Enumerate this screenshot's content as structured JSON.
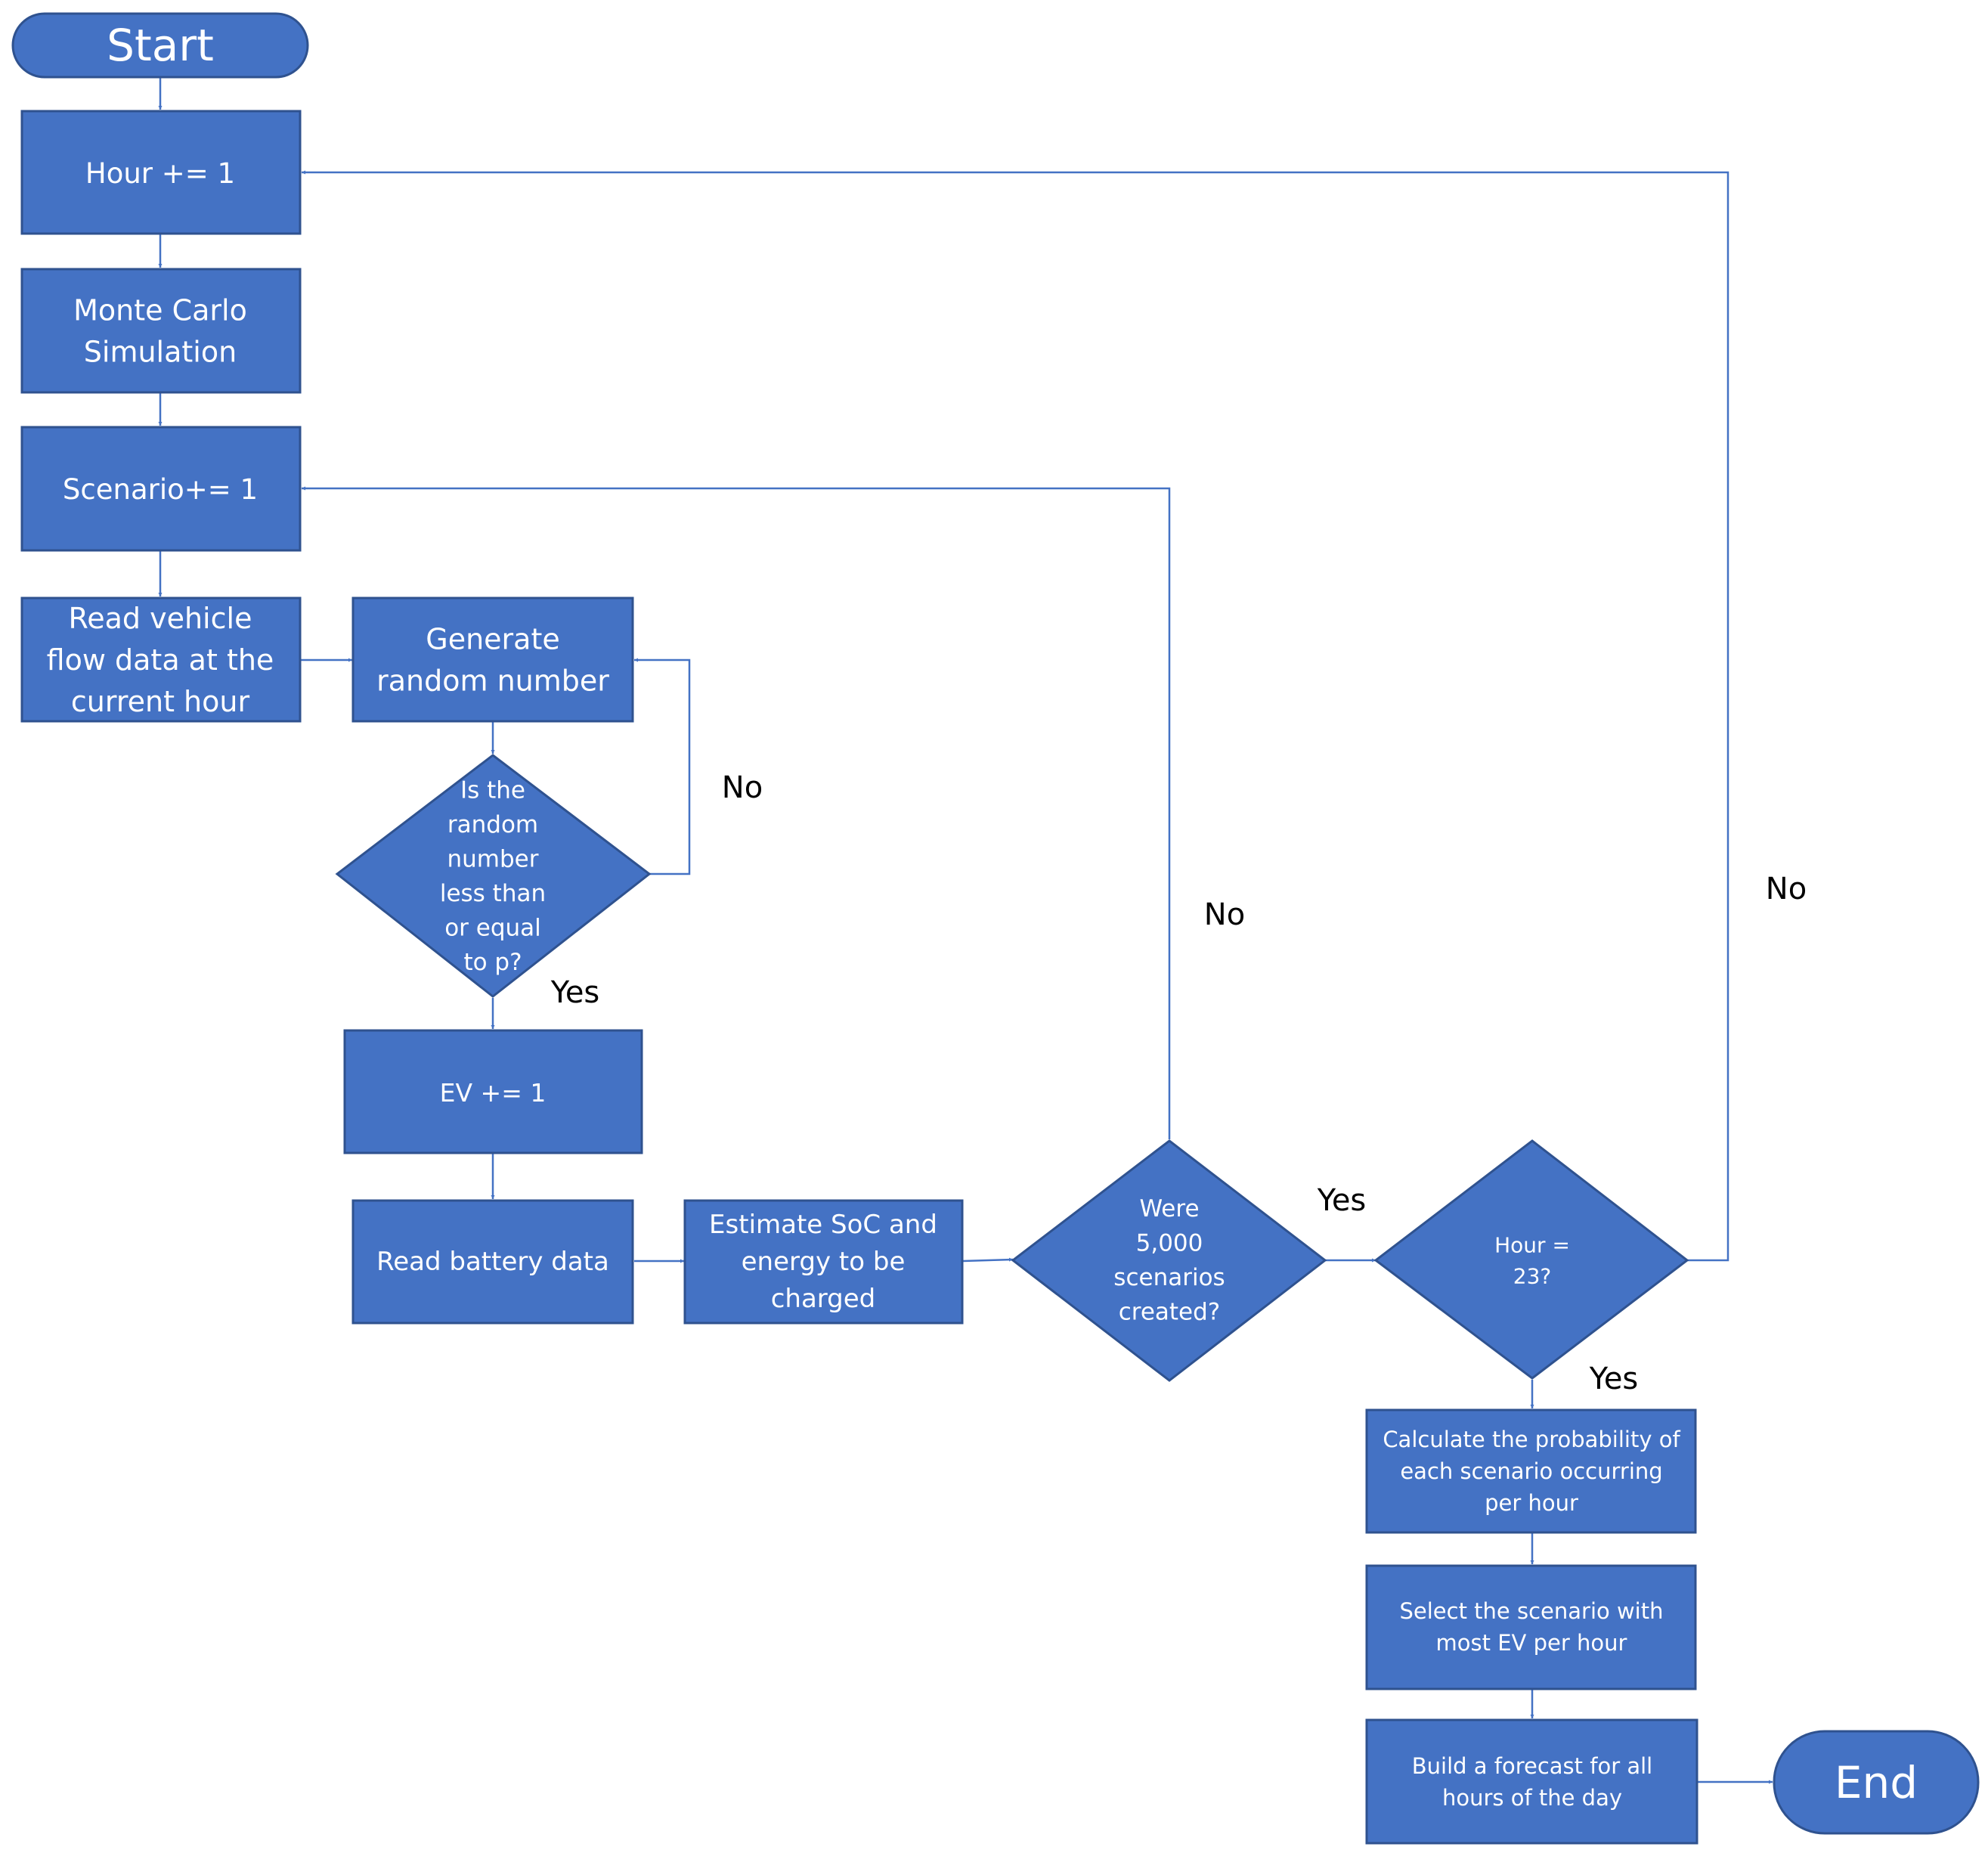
{
  "nodes": {
    "start": [
      "Start"
    ],
    "hour_inc": [
      "Hour += 1"
    ],
    "monte_carlo": [
      "Monte Carlo",
      "Simulation"
    ],
    "scenario_inc": [
      "Scenario+= 1"
    ],
    "read_flow": [
      "Read vehicle",
      "flow data at the",
      "current hour"
    ],
    "gen_random": [
      "Generate",
      "random number"
    ],
    "check_p": [
      "Is the",
      "random",
      "number",
      "less than",
      "or equal",
      "to p?"
    ],
    "ev_inc": [
      "EV += 1"
    ],
    "read_battery": [
      "Read battery data"
    ],
    "estimate_soc": [
      "Estimate SoC and",
      "energy to be",
      "charged"
    ],
    "check_scenarios": [
      "Were",
      "5,000",
      "scenarios",
      "created?"
    ],
    "check_hour": [
      "Hour =",
      "23?"
    ],
    "calc_prob": [
      "Calculate the probability of",
      "each scenario occurring",
      "per hour"
    ],
    "select_scenario": [
      "Select  the scenario with",
      "most EV per hour"
    ],
    "build_forecast": [
      "Build a forecast for all",
      "hours of the day"
    ],
    "end": [
      "End"
    ]
  },
  "edge_labels": {
    "random_no": "No",
    "random_yes": "Yes",
    "scenarios_no": "No",
    "scenarios_yes": "Yes",
    "hour_no": "No",
    "hour_yes": "Yes"
  },
  "colors": {
    "fill": "#4472c4",
    "border": "#2f528f",
    "connector": "#4472c4",
    "node_text": "#ffffff",
    "label_text": "#000000"
  }
}
